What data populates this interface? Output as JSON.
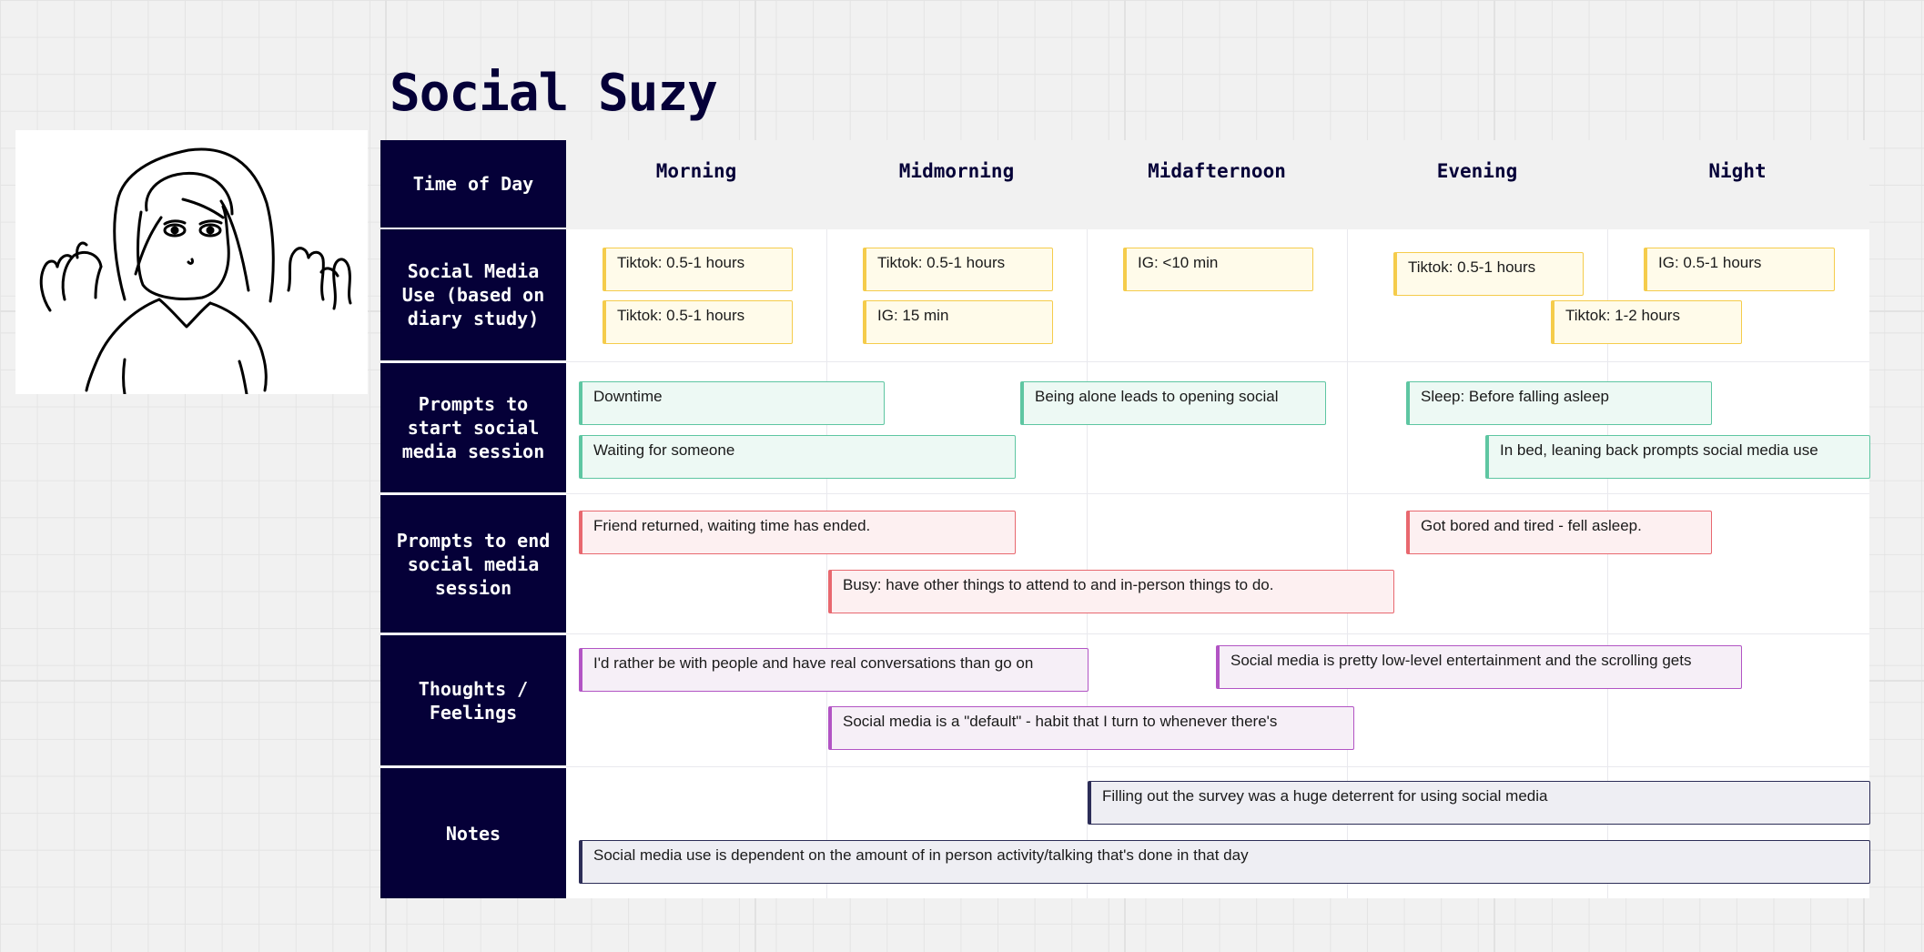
{
  "title": "Social Suzy",
  "header_label": "Time of Day",
  "columns": [
    "Morning",
    "Midmorning",
    "Midafternoon",
    "Evening",
    "Night"
  ],
  "rows": {
    "usage": "Social Media Use (based on diary study)",
    "start": "Prompts to start social media session",
    "end": "Prompts to end social media session",
    "thoughts": "Thoughts / Feelings",
    "notes": "Notes"
  },
  "cards": {
    "usage_morning_1": "Tiktok: 0.5-1 hours",
    "usage_morning_2": "Tiktok: 0.5-1 hours",
    "usage_midmorning_1": "Tiktok: 0.5-1 hours",
    "usage_midmorning_2": "IG: 15 min",
    "usage_midafternoon_1": "IG: <10 min",
    "usage_evening_1": "Tiktok: 0.5-1 hours",
    "usage_night_1": "IG: 0.5-1 hours",
    "usage_night_2": "Tiktok: 1-2 hours",
    "start_downtime": "Downtime",
    "start_waiting": "Waiting for someone",
    "start_alone": "Being alone leads to opening social",
    "start_sleep": "Sleep: Before falling asleep",
    "start_bed": "In bed, leaning back prompts social media use",
    "end_friend": "Friend returned, waiting time has ended.",
    "end_busy": "Busy: have other things to attend to and in-person things to do.",
    "end_bored": "Got bored and tired - fell asleep.",
    "thought_people": "I'd rather be with people and have real conversations than go on",
    "thought_default": "Social media is a \"default\" - habit that I turn to whenever there's",
    "thought_lowlevel": "Social media is pretty low-level entertainment and the scrolling gets",
    "note_survey": "Filling out the survey was a huge deterrent for using social media",
    "note_dependent": "Social media use is dependent on the amount of in person activity/talking that's done in that day"
  },
  "colors": {
    "navy": "#050038",
    "usage_card": "#f5cc4b",
    "start_card": "#5ec6a2",
    "end_card": "#e8686f",
    "thought_card": "#b254c4",
    "note_card": "#2c2d57"
  }
}
